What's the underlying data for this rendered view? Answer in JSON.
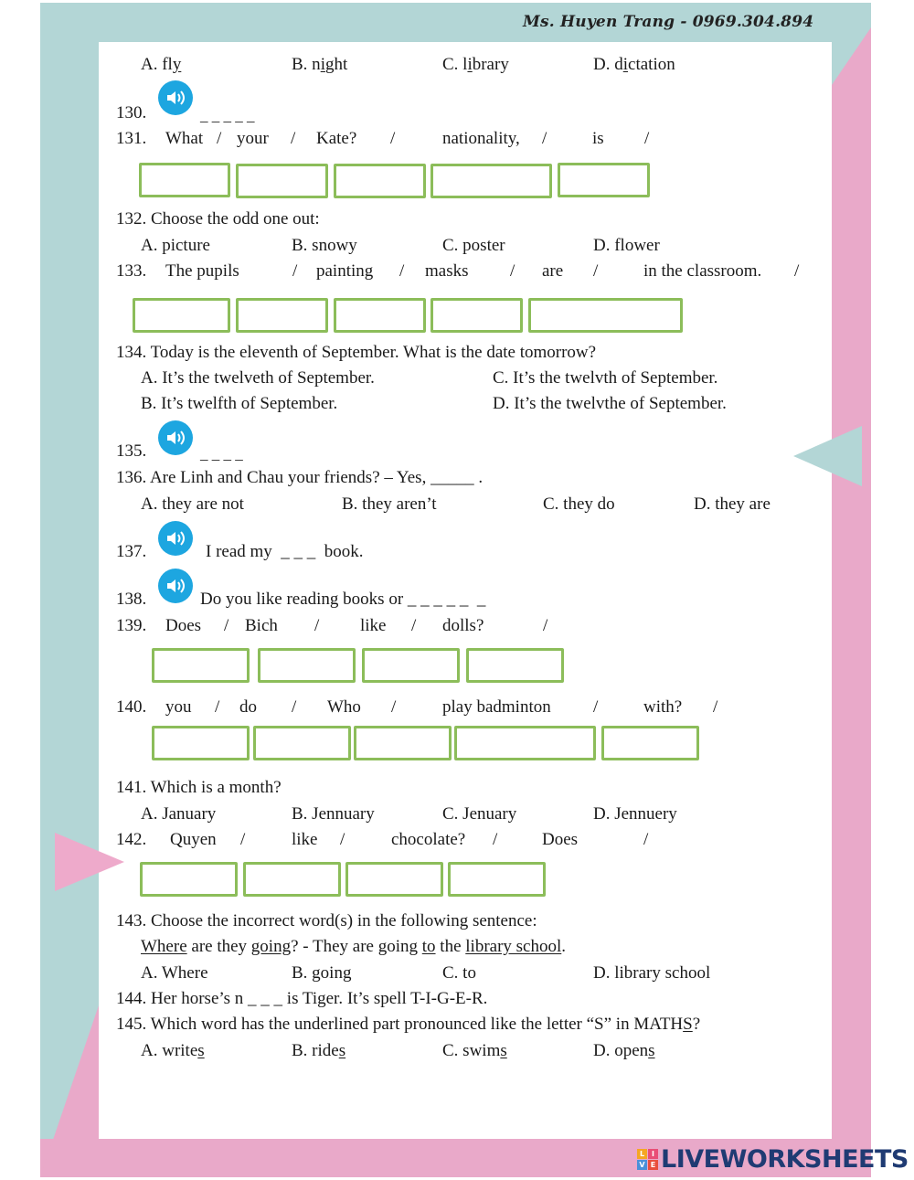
{
  "header": {
    "signature": "Ms. Huyen Trang - 0969.304.894"
  },
  "colors": {
    "teal": "#b3d6d6",
    "pink": "#e9a9c9",
    "box_border": "#8cbd5a",
    "audio_blue": "#1da6e0",
    "logo_navy": "#1f3b73"
  },
  "q129": {
    "options": [
      "A. fl",
      "y",
      "B. n",
      "i",
      "ght",
      "C. l",
      "i",
      "brary",
      "D. d",
      "i",
      "ctation"
    ]
  },
  "q130": {
    "number": "130.",
    "blank": "_ _ _ _ _",
    "icon": "speaker-icon"
  },
  "q131": {
    "number": "131.",
    "words": [
      "What",
      "/",
      "your",
      "/",
      "Kate?",
      "/",
      "nationality,",
      "/",
      "is",
      "/"
    ],
    "box_count": 5
  },
  "q132": {
    "text": "132. Choose the odd one out:",
    "options": [
      "A. picture",
      "B. snowy",
      "C. poster",
      "D. flower"
    ]
  },
  "q133": {
    "number": "133.",
    "words": [
      "The pupils",
      "/",
      "painting",
      "/",
      "masks",
      "/",
      "are",
      "/",
      "in the classroom.",
      "/"
    ],
    "box_count": 5
  },
  "q134": {
    "text": "134. Today is the eleventh of September. What is the date tomorrow?",
    "options": [
      "A. It’s the twelveth of September.",
      "C. It’s the twelvth of September.",
      "B. It’s twelfth of September.",
      "D. It’s the twelvthe of September."
    ]
  },
  "q135": {
    "number": "135.",
    "blank": "_ _ _ _",
    "icon": "speaker-icon"
  },
  "q136": {
    "text": "136. Are Linh and Chau your friends? – Yes, _____ .",
    "options": [
      "A. they are not",
      "B. they aren’t",
      "C. they do",
      "D. they are"
    ]
  },
  "q137": {
    "number": "137.",
    "text": "I read my  _ _ _  book.",
    "icon": "speaker-icon"
  },
  "q138": {
    "number": "138.",
    "text": "Do you like reading books or _ _ _ _ _  _",
    "icon": "speaker-icon"
  },
  "q139": {
    "number": "139.",
    "words": [
      "Does",
      "/",
      "Bich",
      "/",
      "like",
      "/",
      "dolls?",
      "/"
    ],
    "box_count": 4
  },
  "q140": {
    "number": "140.",
    "words": [
      "you",
      "/",
      "do",
      "/",
      "Who",
      "/",
      "play badminton",
      "/",
      "with?",
      "/"
    ],
    "box_count": 5
  },
  "q141": {
    "text": "141. Which is a month?",
    "options": [
      "A. January",
      "B. Jennuary",
      "C. Jenuary",
      "D. Jennuery"
    ]
  },
  "q142": {
    "number": "142.",
    "words": [
      "Quyen",
      "/",
      "like",
      "/",
      "chocolate?",
      "/",
      "Does",
      "/"
    ],
    "box_count": 4
  },
  "q143": {
    "text": "143. Choose the incorrect word(s) in the following sentence:",
    "sentence": [
      "Where",
      " are they ",
      "going",
      "? - They are going ",
      "to",
      " the ",
      "library school",
      "."
    ],
    "options": [
      "A. Where",
      "B. going",
      "C. to",
      "D. library school"
    ]
  },
  "q144": {
    "text": "144. Her horse’s n _ _ _ is Tiger. It’s spell T-I-G-E-R."
  },
  "q145": {
    "text_a": "145. Which word has the underlined part pronounced like the letter “S” in MATH",
    "text_b": "S",
    "text_c": "?",
    "options": [
      "A. write",
      "s",
      "B. ride",
      "s",
      "C. swim",
      "s",
      "D. open",
      "s"
    ]
  },
  "footer": {
    "logo_text": "LIVEWORKSHEETS",
    "logo_cubes": [
      "L",
      "I",
      "V",
      "E"
    ]
  }
}
